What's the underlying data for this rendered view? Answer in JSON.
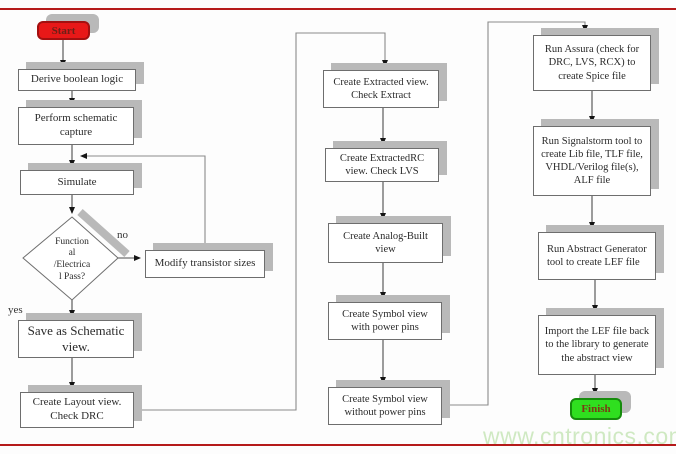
{
  "diagram": {
    "title_hint": "IC design flow flowchart",
    "watermark": {
      "text": "www.cntronics.com"
    },
    "colors": {
      "divider_red": "#b51a1a",
      "start_fill": "#e81818",
      "finish_fill": "#2fdf1f",
      "shadow_gray": "#b9b9b9",
      "watermark_green": "#cfe9c2"
    },
    "nodes": {
      "start": {
        "label": "Start"
      },
      "derive": {
        "label": "Derive boolean logic"
      },
      "capture": {
        "label": "Perform schematic capture"
      },
      "simulate": {
        "label": "Simulate"
      },
      "decision": {
        "lines": [
          "Function",
          "al",
          "/Electrica",
          "l Pass?"
        ]
      },
      "modify": {
        "label": "Modify transistor sizes"
      },
      "save": {
        "label": "Save as Schematic view."
      },
      "layout": {
        "label": "Create Layout view. Check DRC"
      },
      "extracted": {
        "label": "Create Extracted view. Check Extract"
      },
      "extractedrc": {
        "label": "Create ExtractedRC view.  Check LVS"
      },
      "analog": {
        "label": "Create Analog-Built view"
      },
      "symbol_with": {
        "label": "Create Symbol view with  power pins"
      },
      "symbol_without": {
        "label": "Create Symbol view without  power pins"
      },
      "assura": {
        "label": "Run Assura (check for DRC, LVS, RCX) to create Spice file"
      },
      "signalstorm": {
        "label": "Run Signalstorm tool to create Lib file, TLF file,  VHDL/Verilog file(s), ALF file"
      },
      "abstract": {
        "label": "Run Abstract Generator  tool to create LEF file"
      },
      "import_lef": {
        "label": "Import the LEF file back to the library  to generate  the abstract view"
      },
      "finish": {
        "label": "Finish"
      }
    },
    "edge_labels": {
      "no": "no",
      "yes": "yes"
    }
  }
}
